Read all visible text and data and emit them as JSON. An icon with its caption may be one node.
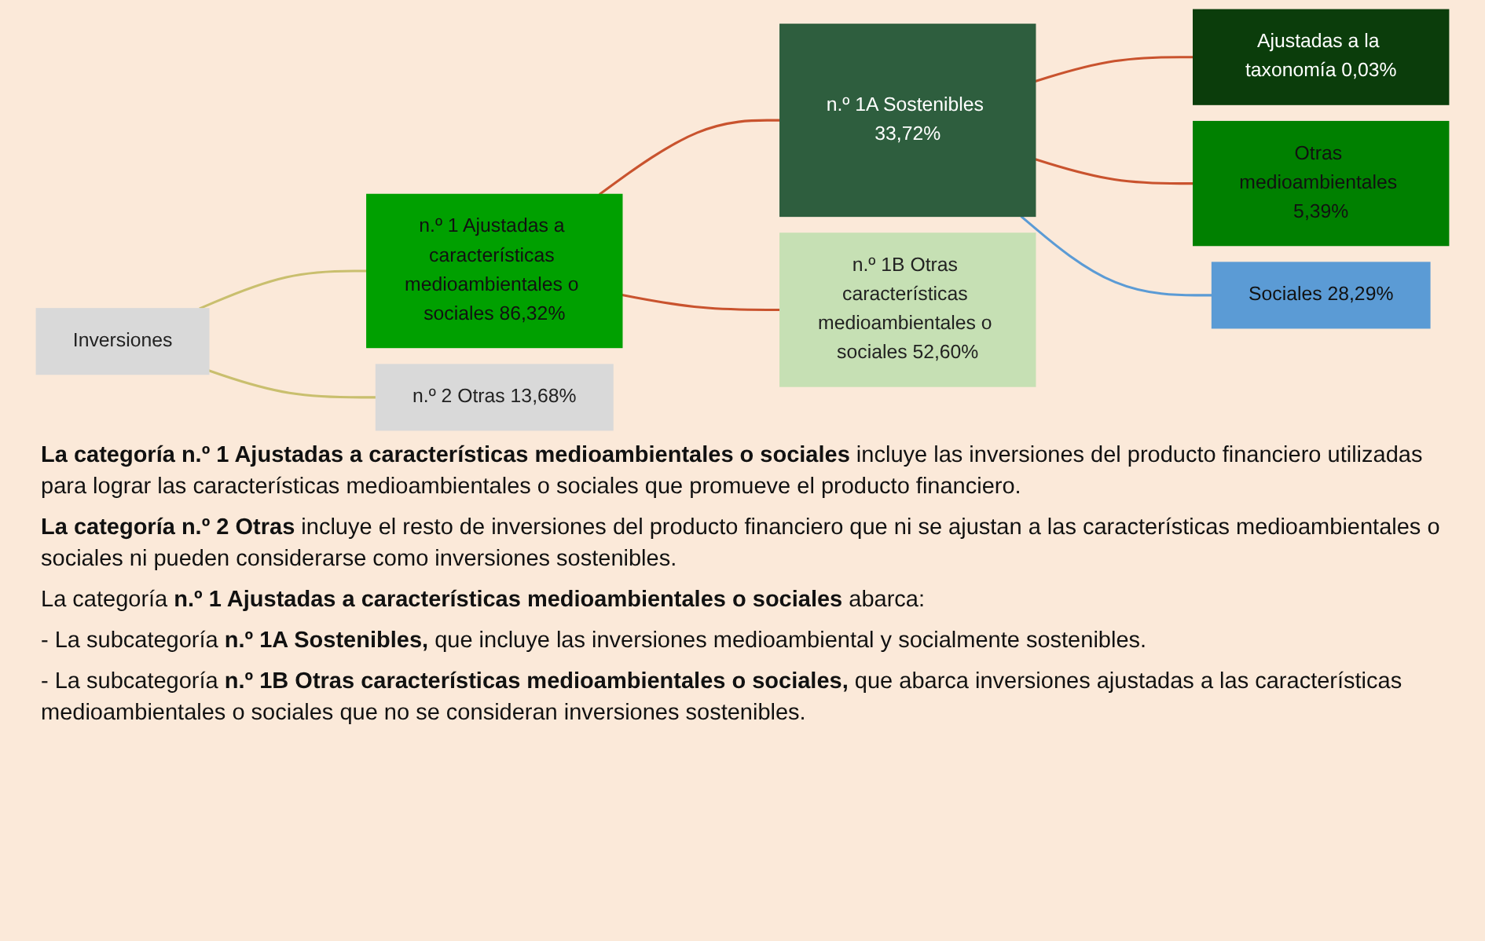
{
  "diagram": {
    "nodes": [
      {
        "text": [
          "Inversiones"
        ]
      },
      {
        "text": [
          "n.º 1 Ajustadas a características medioambientales o sociales 86,32%"
        ]
      },
      {
        "text": [
          "n.º 2 Otras 13,68%"
        ]
      },
      {
        "text": [
          "n.º 1A Sostenibles 33,72%"
        ]
      },
      {
        "text": [
          "n.º 1B Otras características medioambientales o sociales 52,60%"
        ]
      },
      {
        "text": [
          "Ajustadas a la taxonomía 0,03%"
        ]
      },
      {
        "text": [
          "Otras medioambientales 5,39%"
        ]
      },
      {
        "text": [
          "Sociales 28,29%"
        ]
      }
    ],
    "edges": [
      {
        "from": 0,
        "to": 1,
        "arrow": "none",
        "color": "#c9bf6e"
      },
      {
        "from": 0,
        "to": 2,
        "arrow": "none",
        "color": "#c9bf6e"
      },
      {
        "from": 1,
        "to": 3,
        "arrow": "none"
      },
      {
        "from": 1,
        "to": 4,
        "arrow": "none"
      },
      {
        "from": 3,
        "to": 5,
        "arrow": "none"
      },
      {
        "from": 3,
        "to": 6,
        "arrow": "none"
      },
      {
        "from": 3,
        "to": 7,
        "arrow": "none",
        "color": "#5b9bd5"
      }
    ],
    "labels": [
      "**La categoría n.º 1 Ajustadas a características medioambientales o sociales** incluye las inversiones del producto financiero utilizadas para lograr las características medioambientales o sociales que promueve el producto financiero.",
      "**La categoría n.º 2 Otras** incluye el resto de inversiones del producto financiero que ni se ajustan a las características medioambientales o sociales ni pueden considerarse como inversiones sostenibles.",
      "La categoría **n.º 1 Ajustadas a características medioambientales o sociales** abarca:",
      "- La subcategoría **n.º 1A Sostenibles,** que incluye las inversiones medioambiental y socialmente sostenibles.",
      "- La subcategoría **n.º 1B Otras características medioambientales o sociales,** que abarca inversiones ajustadas a las características medioambientales o sociales que no se consideran inversiones sostenibles."
    ]
  }
}
